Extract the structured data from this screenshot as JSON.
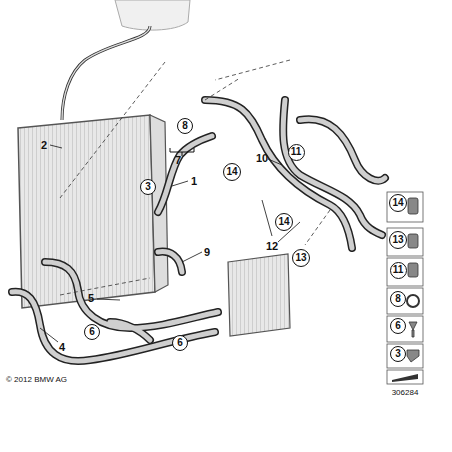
{
  "diagram": {
    "nodes": [
      {
        "text": [
          "8"
        ]
      },
      {
        "text": [
          "3"
        ]
      },
      {
        "text": [
          "14"
        ]
      },
      {
        "text": [
          "11"
        ]
      },
      {
        "text": [
          "14"
        ]
      },
      {
        "text": [
          "13"
        ]
      },
      {
        "text": [
          "6"
        ]
      },
      {
        "text": [
          "6"
        ]
      },
      {
        "text": [
          "14"
        ]
      },
      {
        "text": [
          "13"
        ]
      },
      {
        "text": [
          "11"
        ]
      },
      {
        "text": [
          "8"
        ]
      },
      {
        "text": [
          "6"
        ]
      },
      {
        "text": [
          "3"
        ]
      }
    ],
    "labels": [
      "2",
      "7",
      "1",
      "10",
      "12",
      "9",
      "5",
      "4",
      "© 2012 BMW AG",
      "306284"
    ]
  }
}
